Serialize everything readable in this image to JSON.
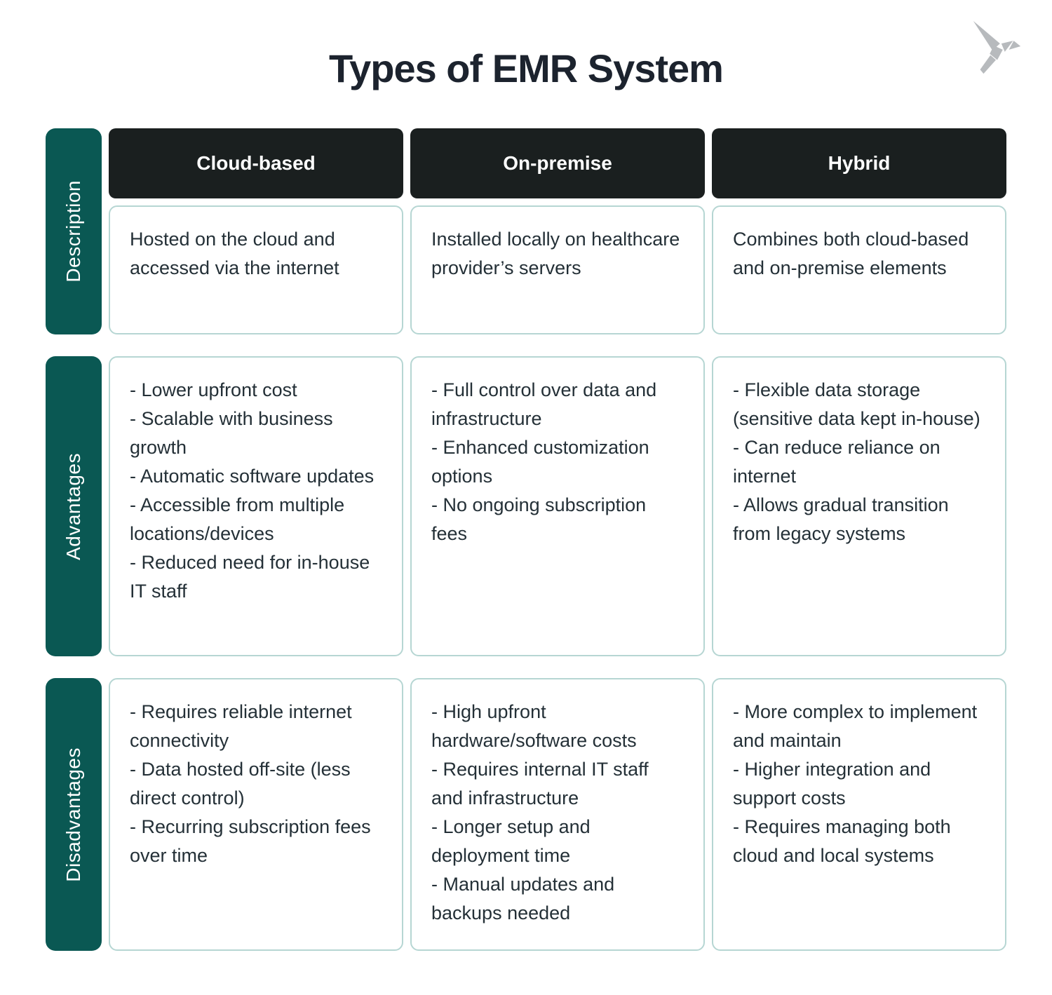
{
  "header": {
    "title": "Types of EMR System",
    "logo": "origami-bird"
  },
  "table": {
    "columns": [
      "Cloud-based",
      "On-premise",
      "Hybrid"
    ],
    "rows": [
      {
        "label": "Description",
        "cells": [
          "Hosted on the cloud and accessed via the internet",
          "Installed locally on healthcare provider’s servers",
          "Combines both cloud-based and on-premise elements"
        ]
      },
      {
        "label": "Advantages",
        "cells": [
          "- Lower upfront cost\n- Scalable with business growth\n- Automatic software updates\n- Accessible from multiple locations/devices\n- Reduced need for in-house IT staff",
          "- Full control over data and infrastructure\n- Enhanced customization options\n- No ongoing subscription fees",
          "- Flexible data storage (sensitive data kept in-house)\n- Can reduce reliance on internet\n- Allows gradual transition from legacy systems"
        ]
      },
      {
        "label": "Disadvantages",
        "cells": [
          "- Requires reliable internet connectivity\n- Data hosted off-site (less direct control)\n- Recurring subscription fees over time",
          "- High upfront hardware/software costs\n- Requires internal IT staff and infrastructure\n- Longer setup and deployment time\n- Manual updates and backups needed",
          "- More complex to implement and maintain\n- Higher integration and support costs\n- Requires managing both cloud and local systems"
        ]
      }
    ]
  },
  "colors": {
    "accent_teal": "#0a5853",
    "header_dark": "#1a1f1f",
    "cell_border": "#b6d6d3",
    "title_text": "#1c232e",
    "body_text": "#243037",
    "logo_gray": "#b7babd"
  }
}
